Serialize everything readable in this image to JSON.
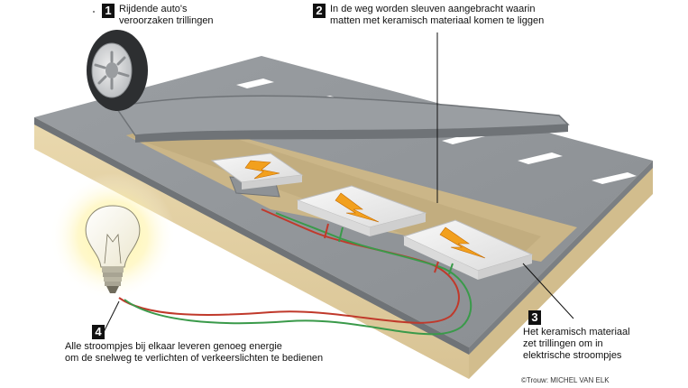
{
  "steps": [
    {
      "number": "1",
      "lines": [
        "Rijdende auto's",
        "veroorzaken trillingen"
      ]
    },
    {
      "number": "2",
      "lines": [
        "In de weg worden sleuven aangebracht waarin",
        "matten met keramisch materiaal komen te liggen"
      ]
    },
    {
      "number": "3",
      "lines": [
        "Het keramisch materiaal",
        "zet trillingen om in",
        "elektrische stroompjes"
      ]
    },
    {
      "number": "4",
      "lines": [
        "Alle stroompjes bij elkaar leveren genoeg energie",
        "om de snelweg te verlichten of verkeerslichten te bedienen"
      ]
    }
  ],
  "credit": "©Trouw: MICHEL VAN ELK",
  "colors": {
    "asphalt": "#8e9296",
    "road_edge": "#6f7377",
    "soil": "#e6d4a8",
    "soil_dark": "#cdb888",
    "tile": "#eeeeee",
    "lightning": "#f2a01e",
    "wire_red": "#c0392b",
    "wire_green": "#3a9a4a",
    "glow": "#fff2a0"
  },
  "icons": [
    "tire-icon",
    "lightbulb-icon",
    "lightning-icon"
  ]
}
